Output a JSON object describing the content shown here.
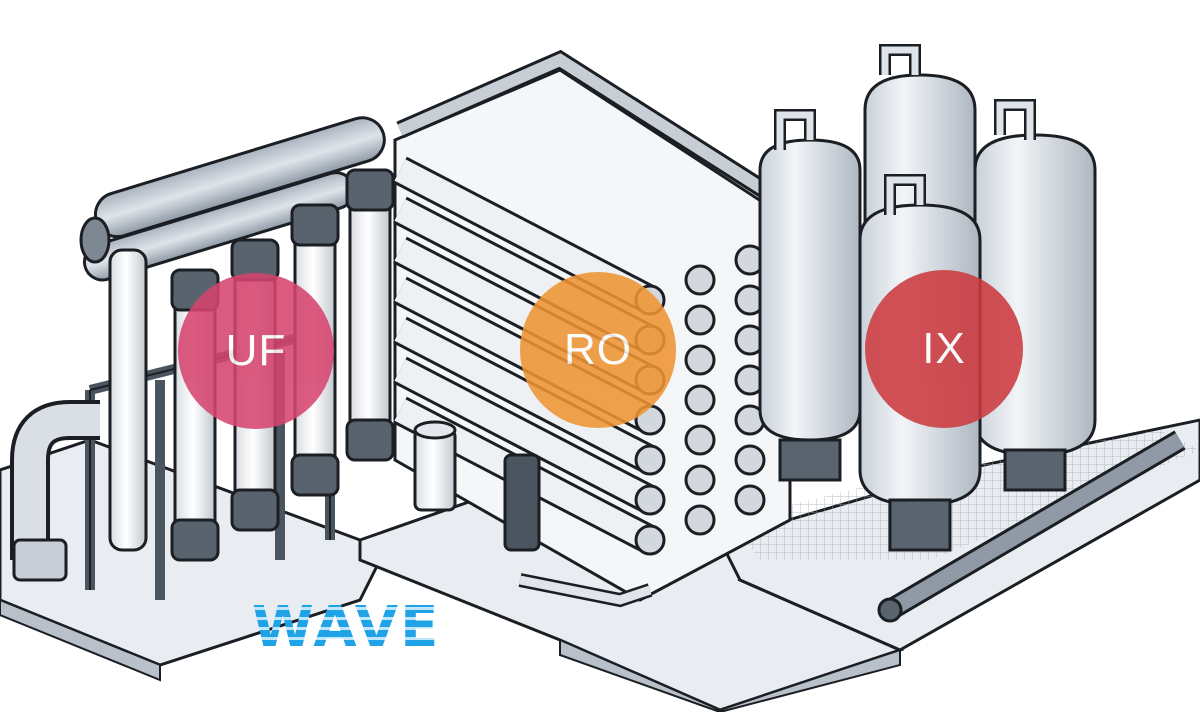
{
  "stages": [
    {
      "id": "uf",
      "label": "UF",
      "color": "#d6446f"
    },
    {
      "id": "ro",
      "label": "RO",
      "color": "#ef9432"
    },
    {
      "id": "ix",
      "label": "IX",
      "color": "#cc3a3f"
    }
  ],
  "brand": {
    "text": "WAVE",
    "color": "#1fa3e6"
  },
  "icons": [
    "pipe-manifold-icon",
    "membrane-vessel-icon",
    "pressure-tank-icon",
    "pump-icon"
  ]
}
